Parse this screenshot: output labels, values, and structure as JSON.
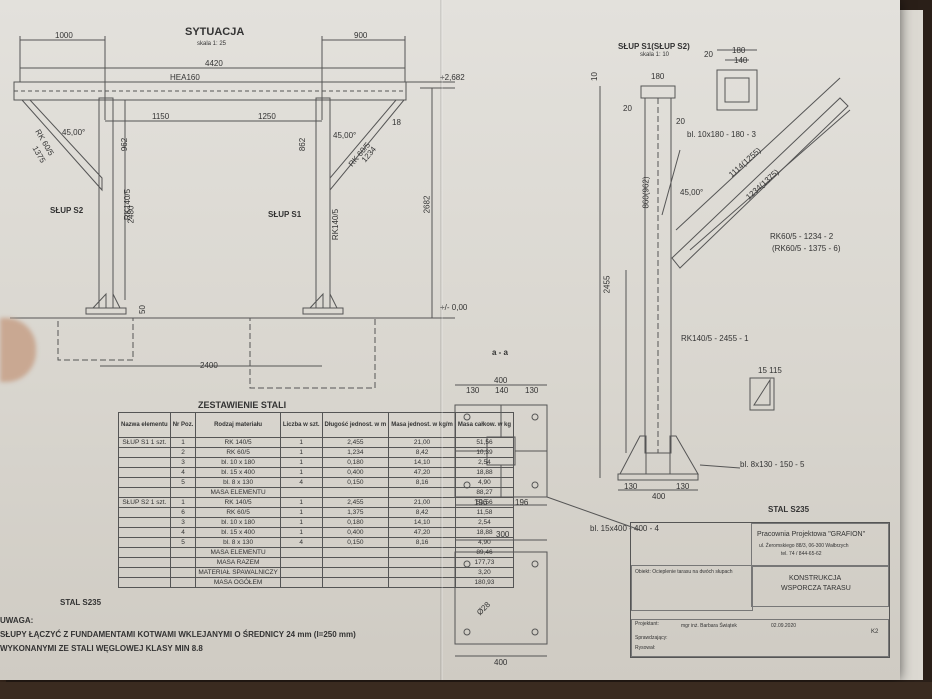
{
  "site": {
    "title": "SYTUACJA",
    "scale": "skala 1: 25",
    "beam_label": "HEA160",
    "angle": "45,00°",
    "brace_label": "RK 60/5",
    "brace_length": "1375",
    "brace_right_length": "1234",
    "column_profile": "RK140/5",
    "column_s1": "SŁUP S1",
    "column_s2": "SŁUP S2",
    "elev_top": "+2,682",
    "elev_zero": "+/- 0,00",
    "dims": {
      "left_overhang": "1000",
      "right_overhang": "900",
      "total_length": "4420",
      "span_left": "1150",
      "span_right": "1250",
      "eighteen": "18",
      "h962": "962",
      "h862": "862",
      "h2480": "2480",
      "h2682": "2682",
      "fifty": "50",
      "footing_spacing": "2400"
    }
  },
  "detail": {
    "title": "SŁUP S1(SŁUP S2)",
    "scale": "skala 1: 10",
    "steel": "STAL S235",
    "brace_len_1": "1114(1255)",
    "brace_len_2": "1234(1375)",
    "gusset_dims": "15 115",
    "dims": {
      "cap": "180",
      "cap_inner": "140",
      "ten": "10",
      "twenty": "20",
      "h860": "860(962)",
      "h2455": "2455"
    },
    "callouts": {
      "1": "RK140/5 - 2455 - 1",
      "2": "RK60/5 - 1234 - 2",
      "3": "bl. 10x180 - 180 - 3",
      "4": "bl. 15x400 - 400 - 4",
      "5": "bl. 8x130 - 150 - 5",
      "6": "(RK60/5 - 1375 - 6)"
    }
  },
  "section": {
    "title": "a - a",
    "d400": "400",
    "d130": "130",
    "d140": "140",
    "d196": "196",
    "d300": "300",
    "hole": "Ø28"
  },
  "bom": {
    "title": "ZESTAWIENIE  STALI",
    "steel": "STAL S235",
    "headers": [
      "Nazwa elementu",
      "Nr Poz.",
      "Rodzaj materiału",
      "Liczba w szt.",
      "Długość jednost. w m",
      "Masa jednost. w kg/m",
      "Masa całkow. w kg"
    ],
    "rows": [
      [
        "SŁUP S1 1 szt.",
        "1",
        "RK 140/5",
        "1",
        "2,455",
        "21,00",
        "51,56"
      ],
      [
        "",
        "2",
        "RK 60/5",
        "1",
        "1,234",
        "8,42",
        "10,39"
      ],
      [
        "",
        "3",
        "bl. 10 x 180",
        "1",
        "0,180",
        "14,10",
        "2,54"
      ],
      [
        "",
        "4",
        "bl. 15 x 400",
        "1",
        "0,400",
        "47,20",
        "18,88"
      ],
      [
        "",
        "5",
        "bl. 8 x 130",
        "4",
        "0,150",
        "8,16",
        "4,90"
      ],
      [
        "",
        "",
        "MASA ELEMENTU",
        "",
        "",
        "",
        "88,27"
      ],
      [
        "SŁUP S2 1 szt.",
        "1",
        "RK 140/5",
        "1",
        "2,455",
        "21,00",
        "51,56"
      ],
      [
        "",
        "6",
        "RK 60/5",
        "1",
        "1,375",
        "8,42",
        "11,58"
      ],
      [
        "",
        "3",
        "bl. 10 x 180",
        "1",
        "0,180",
        "14,10",
        "2,54"
      ],
      [
        "",
        "4",
        "bl. 15 x 400",
        "1",
        "0,400",
        "47,20",
        "18,88"
      ],
      [
        "",
        "5",
        "bl. 8 x 130",
        "4",
        "0,150",
        "8,16",
        "4,90"
      ],
      [
        "",
        "",
        "MASA ELEMENTU",
        "",
        "",
        "",
        "89,46"
      ],
      [
        "",
        "",
        "MASA RAZEM",
        "",
        "",
        "",
        "177,73"
      ],
      [
        "",
        "",
        "MATERIAŁ SPAWALNICZY",
        "",
        "",
        "",
        "3,20"
      ],
      [
        "",
        "",
        "MASA OGÓŁEM",
        "",
        "",
        "",
        "180,93"
      ]
    ]
  },
  "notes": {
    "title": "UWAGA:",
    "line1": "SŁUPY ŁĄCZYĆ Z FUNDAMENTAMI KOTWAMI WKLEJANYMI O ŚREDNICY 24 mm (l=250 mm)",
    "line2": "WYKONANYMI ZE STALI WĘGLOWEJ KLASY MIN 8.8"
  },
  "title_block": {
    "firm": "Pracownia Projektowa \"GRAFION\"",
    "address": "ul. Żeromskiego 88/3, 06-300 Wałbrzych",
    "phone": "tel. 74 / 844-65-62",
    "type": "KONSTRUKCJA",
    "subject": "WSPORCZA TARASU",
    "investor": "Obiekt: Ocieplenie tarasu na dwóch słupach",
    "roles": [
      "Projektant:",
      "Sprawdzający:",
      "Rysował:"
    ],
    "designer": "mgr inż. Barbara Świątek",
    "date": "02.09.2020",
    "sheet": "K2"
  }
}
